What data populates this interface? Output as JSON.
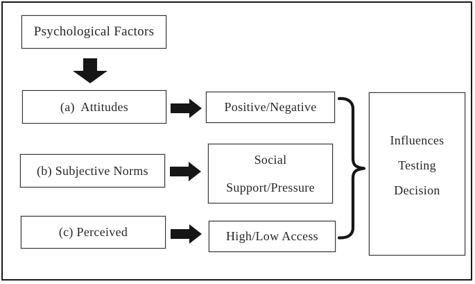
{
  "diagram": {
    "title_box": "Psychological Factors",
    "rows": [
      {
        "factor": "(a)  Attitudes",
        "outcome_lines": [
          "Positive/Negative"
        ]
      },
      {
        "factor": "(b) Subjective Norms",
        "outcome_lines": [
          "Social",
          "Support/Pressure"
        ]
      },
      {
        "factor": "(c) Perceived",
        "outcome_lines": [
          "High/Low Access"
        ]
      }
    ],
    "result_box_lines": [
      "Influences",
      "Testing",
      "Decision"
    ],
    "icons": {
      "down_arrow": "down-arrow-icon",
      "right_arrow": "right-arrow-icon",
      "brace": "curly-brace-connector"
    },
    "colors": {
      "background": "#ffffff",
      "frame_border": "#181818",
      "box_border": "#363636",
      "text": "#262626",
      "arrow_fill": "#161616"
    }
  }
}
